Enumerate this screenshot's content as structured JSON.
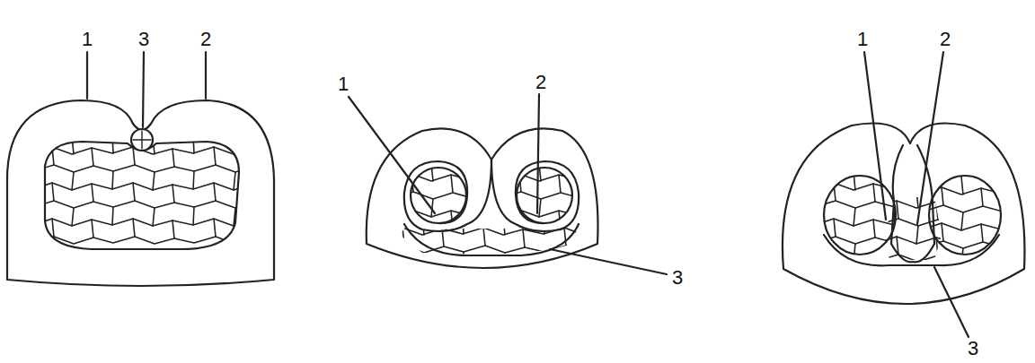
{
  "diagram": {
    "labels": [
      "1",
      "3",
      "2",
      "1",
      "2",
      "3",
      "1",
      "2",
      "3"
    ]
  }
}
